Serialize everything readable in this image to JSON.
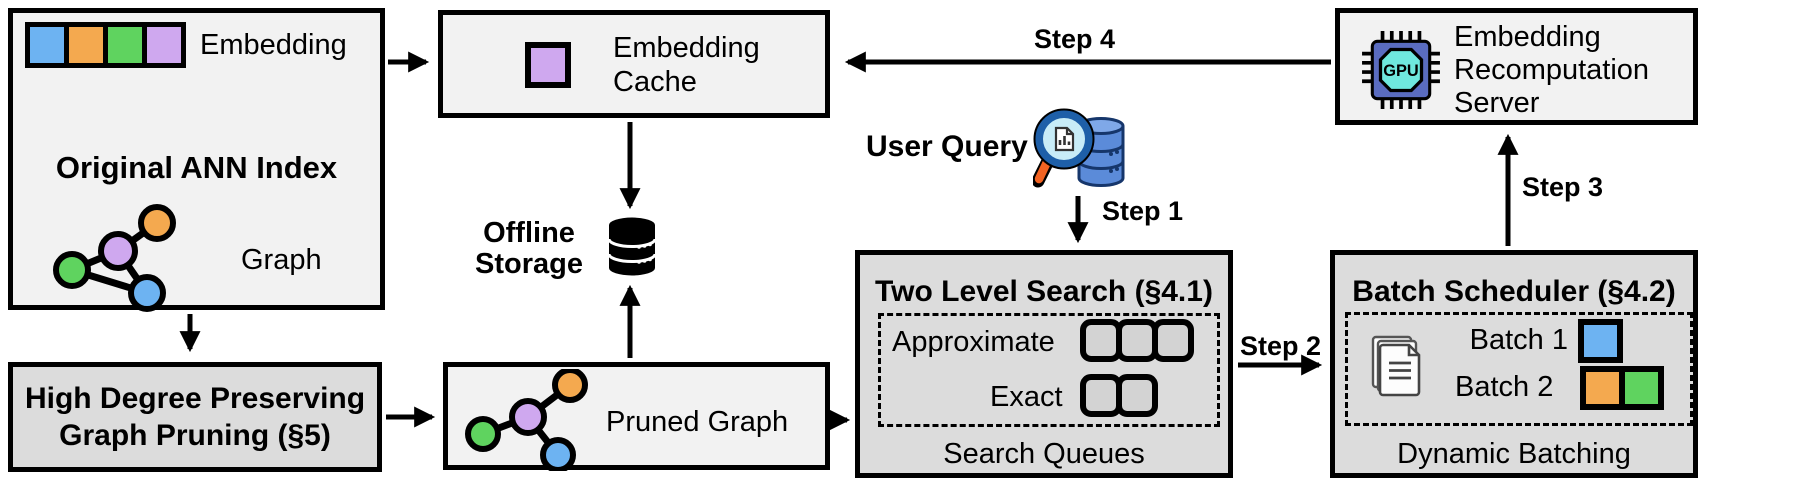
{
  "figure": {
    "kind": "system-architecture-diagram",
    "nodes": {
      "ann": {
        "title": "Original ANN Index",
        "embedding_label": "Embedding",
        "graph_label": "Graph"
      },
      "cache": {
        "label": "Embedding\nCache"
      },
      "storage": {
        "label": "Offline\nStorage"
      },
      "query": {
        "label": "User Query"
      },
      "tls": {
        "title": "Two Level Search (§4.1)",
        "approximate": "Approximate",
        "exact": "Exact",
        "caption": "Search Queues"
      },
      "bs": {
        "title": "Batch Scheduler (§4.2)",
        "batch1": "Batch 1",
        "batch2": "Batch 2",
        "caption": "Dynamic Batching"
      },
      "server": {
        "label": "Embedding\nRecomputation\nServer",
        "gpu_label": "GPU"
      },
      "hdp": {
        "label": "High Degree Preserving\nGraph Pruning (§5)"
      },
      "pruned": {
        "label": "Pruned Graph"
      }
    },
    "steps": {
      "step1": "Step 1",
      "step2": "Step 2",
      "step3": "Step 3",
      "step4": "Step 4"
    },
    "arrows": [
      {
        "from": "original-ann-index",
        "to": "embedding-cache"
      },
      {
        "from": "original-ann-index",
        "to": "graph-pruning"
      },
      {
        "from": "embedding-cache",
        "to": "offline-storage"
      },
      {
        "from": "pruned-graph",
        "to": "offline-storage"
      },
      {
        "from": "user-query",
        "to": "two-level-search",
        "label": "Step 1"
      },
      {
        "from": "two-level-search",
        "to": "batch-scheduler",
        "label": "Step 2"
      },
      {
        "from": "batch-scheduler",
        "to": "recomputation-server",
        "label": "Step 3"
      },
      {
        "from": "recomputation-server",
        "to": "embedding-cache",
        "label": "Step 4"
      },
      {
        "from": "graph-pruning",
        "to": "pruned-graph"
      },
      {
        "from": "pruned-graph",
        "to": "two-level-search"
      }
    ],
    "icons": [
      "embedding-vector-icon",
      "ann-graph-icon",
      "embedding-cell-icon",
      "offline-storage-db-icon",
      "user-query-magnifier-icon",
      "gpu-chip-icon",
      "documents-icon",
      "pruned-graph-icon"
    ],
    "colors": {
      "box_light": "#f2f2f2",
      "box_gray": "#dcdcdc",
      "queue_cell": "#d3d3d3",
      "embedding_blue": "#6db3f2",
      "embedding_orange": "#f4a94f",
      "embedding_green": "#5fd35f",
      "embedding_purple": "#cfa8ef",
      "gpu_body": "#5a6cc0",
      "gpu_screen": "#6fe8de",
      "magnifier_rim": "#1e5fa8",
      "magnifier_lens": "#c8ecf7",
      "magnifier_handle": "#f26322",
      "db_blue": "#5b8bd9",
      "db_outline": "#16366b",
      "outline": "#000000"
    }
  }
}
